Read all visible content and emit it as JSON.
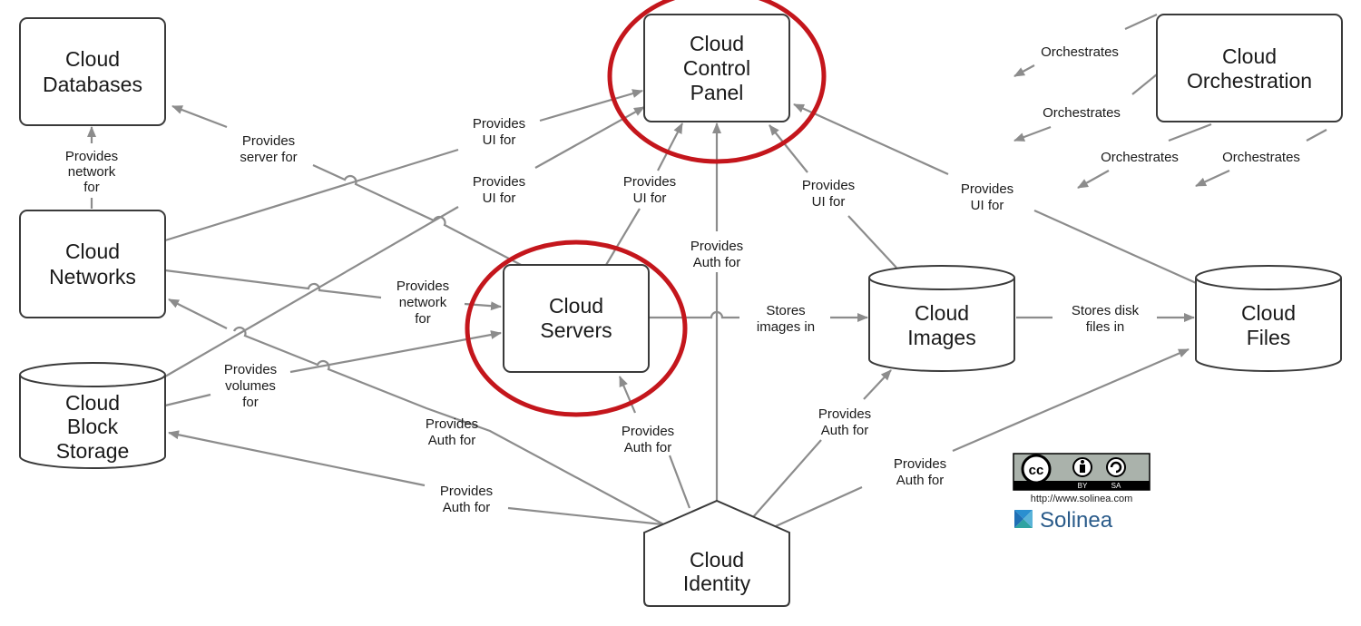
{
  "nodes": {
    "cloud_databases": [
      "Cloud",
      "Databases"
    ],
    "cloud_control_panel": [
      "Cloud",
      "Control",
      "Panel"
    ],
    "cloud_orchestration": [
      "Cloud",
      "Orchestration"
    ],
    "cloud_networks": [
      "Cloud",
      "Networks"
    ],
    "cloud_servers": [
      "Cloud",
      "Servers"
    ],
    "cloud_images": [
      "Cloud",
      "Images"
    ],
    "cloud_files": [
      "Cloud",
      "Files"
    ],
    "cloud_block_storage": [
      "Cloud",
      "Block",
      "Storage"
    ],
    "cloud_identity": [
      "Cloud",
      "Identity"
    ]
  },
  "edge_labels": {
    "networks_databases": [
      "Provides",
      "network",
      "for"
    ],
    "servers_databases": [
      "Provides",
      "server for"
    ],
    "networks_controlpanel": [
      "Provides",
      "UI for"
    ],
    "blockstorage_controlpanel": [
      "Provides",
      "UI for"
    ],
    "servers_controlpanel": [
      "Provides",
      "UI for"
    ],
    "identity_controlpanel": [
      "Provides",
      "Auth for"
    ],
    "images_controlpanel": [
      "Provides",
      "UI for"
    ],
    "files_controlpanel": [
      "Provides",
      "UI for"
    ],
    "networks_servers": [
      "Provides",
      "network",
      "for"
    ],
    "blockstorage_servers": [
      "Provides",
      "volumes",
      "for"
    ],
    "servers_images": [
      "Stores",
      "images in"
    ],
    "images_files": [
      "Stores disk",
      "files in"
    ],
    "identity_networks": [
      "Provides",
      "Auth for"
    ],
    "identity_blockstorage": [
      "Provides",
      "Auth for"
    ],
    "identity_servers": [
      "Provides",
      "Auth for"
    ],
    "identity_images": [
      "Provides",
      "Auth for"
    ],
    "identity_files": [
      "Provides",
      "Auth for"
    ],
    "orchestrates_1": [
      "Orchestrates"
    ],
    "orchestrates_2": [
      "Orchestrates"
    ],
    "orchestrates_3": [
      "Orchestrates"
    ],
    "orchestrates_4": [
      "Orchestrates"
    ]
  },
  "highlighted_nodes": [
    "cloud_control_panel",
    "cloud_servers"
  ],
  "license": {
    "cc": "cc",
    "by": "BY",
    "sa": "SA",
    "url": "http://www.solinea.com",
    "brand": "Solinea"
  },
  "colors": {
    "edge": "#8c8c8c",
    "highlight": "#c4161c",
    "node_border": "#3a3a3a"
  }
}
